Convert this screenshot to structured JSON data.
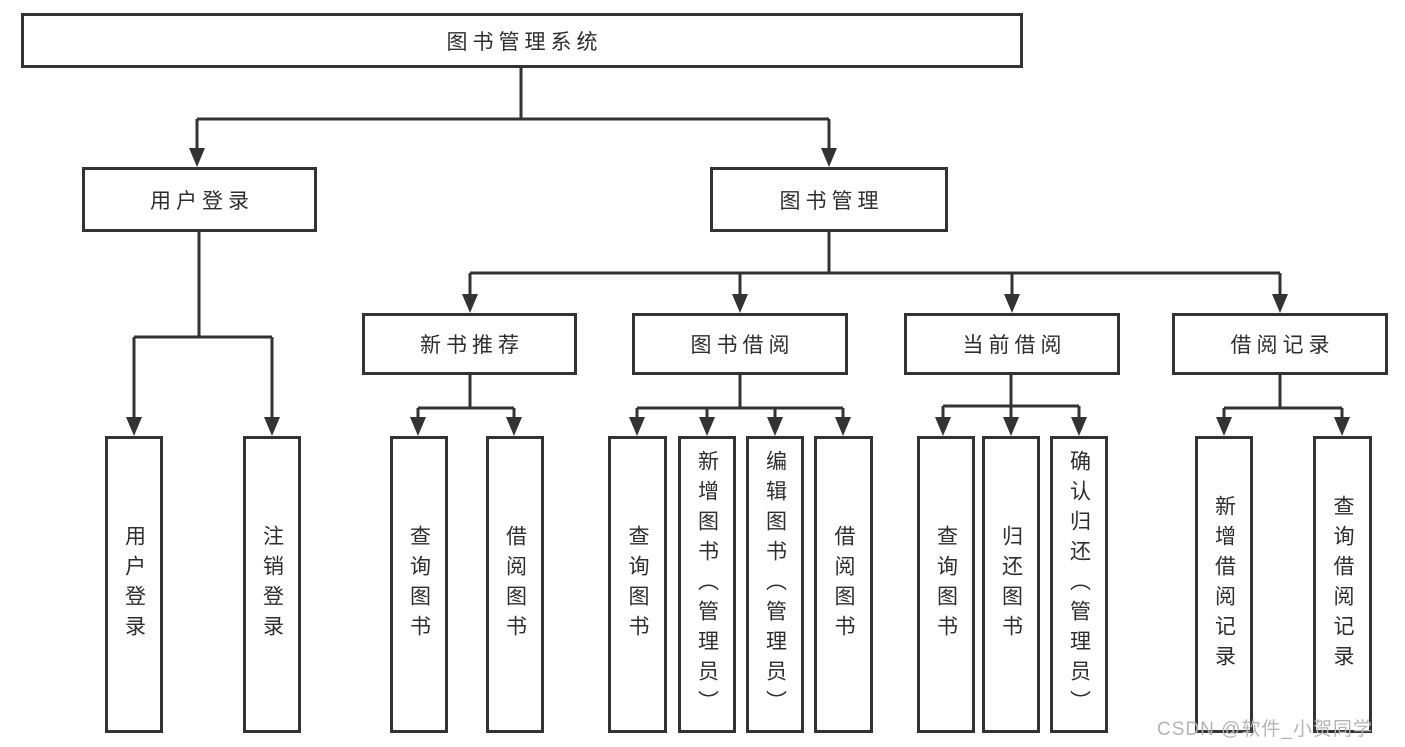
{
  "diagram": {
    "title": "图书管理系统",
    "tree": {
      "root": {
        "label": "图书管理系统"
      },
      "level2": [
        {
          "label": "用户登录",
          "children": [
            {
              "label": "用户登录"
            },
            {
              "label": "注销登录"
            }
          ]
        },
        {
          "label": "图书管理",
          "children": [
            {
              "label": "新书推荐",
              "children": [
                {
                  "label": "查询图书"
                },
                {
                  "label": "借阅图书"
                }
              ]
            },
            {
              "label": "图书借阅",
              "children": [
                {
                  "label": "查询图书"
                },
                {
                  "label": "新增图书（管理员）"
                },
                {
                  "label": "编辑图书（管理员）"
                },
                {
                  "label": "借阅图书"
                }
              ]
            },
            {
              "label": "当前借阅",
              "children": [
                {
                  "label": "查询图书"
                },
                {
                  "label": "归还图书"
                },
                {
                  "label": "确认归还（管理员）"
                }
              ]
            },
            {
              "label": "借阅记录",
              "children": [
                {
                  "label": "新增借阅记录"
                },
                {
                  "label": "查询借阅记录"
                }
              ]
            }
          ]
        }
      ]
    },
    "colors": {
      "line": "#333333",
      "box_border": "#333333",
      "text": "#2e2e2e",
      "background": "#ffffff",
      "watermark_text_color": "#b4b4b4"
    }
  },
  "watermark": {
    "text": "CSDN @软件_小贺同学"
  }
}
